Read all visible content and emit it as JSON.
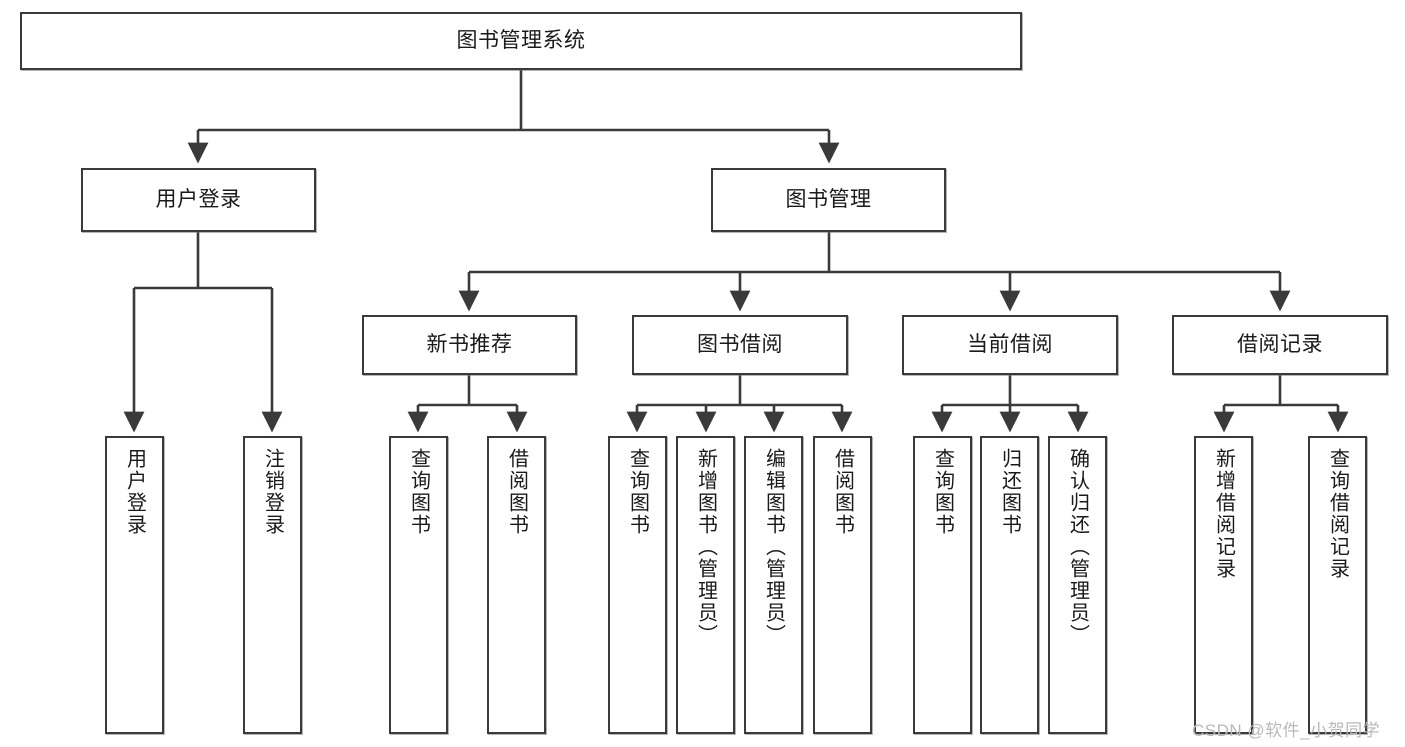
{
  "diagram": {
    "type": "tree-hierarchy-chart",
    "title": "图书管理系统",
    "orientation": "top-down",
    "colors": {
      "node_border": "#3a3a3a",
      "node_fill": "#ffffff",
      "edge": "#3a3a3a",
      "text": "#1a1a1a",
      "watermark": "#b9b9b9",
      "background": "#ffffff"
    },
    "watermark": "CSDN @软件_小贺同学",
    "nodes": {
      "root": {
        "label": "图书管理系统",
        "level": 0
      },
      "level1": [
        {
          "id": "user-login",
          "label": "用户登录"
        },
        {
          "id": "book-manage",
          "label": "图书管理"
        }
      ],
      "level2": [
        {
          "id": "new-book-rec",
          "label": "新书推荐",
          "parent": "book-manage"
        },
        {
          "id": "book-borrow",
          "label": "图书借阅",
          "parent": "book-manage"
        },
        {
          "id": "current-borrow",
          "label": "当前借阅",
          "parent": "book-manage"
        },
        {
          "id": "borrow-record",
          "label": "借阅记录",
          "parent": "book-manage"
        }
      ],
      "leaves": {
        "user_login": [
          {
            "id": "leaf-user-login",
            "label": "用户登录"
          },
          {
            "id": "leaf-user-logout",
            "label": "注销登录"
          }
        ],
        "new_book_rec": [
          {
            "id": "leaf-query-book-1",
            "label": "查询图书"
          },
          {
            "id": "leaf-borrow-book-1",
            "label": "借阅图书"
          }
        ],
        "book_borrow": [
          {
            "id": "leaf-query-book-2",
            "label": "查询图书"
          },
          {
            "id": "leaf-add-book",
            "label": "新增图书（管理员）"
          },
          {
            "id": "leaf-edit-book",
            "label": "编辑图书（管理员）"
          },
          {
            "id": "leaf-borrow-book-2",
            "label": "借阅图书"
          }
        ],
        "current_borrow": [
          {
            "id": "leaf-query-book-3",
            "label": "查询图书"
          },
          {
            "id": "leaf-return-book",
            "label": "归还图书"
          },
          {
            "id": "leaf-confirm-return",
            "label": "确认归还（管理员）"
          }
        ],
        "borrow_record": [
          {
            "id": "leaf-add-record",
            "label": "新增借阅记录"
          },
          {
            "id": "leaf-query-record",
            "label": "查询借阅记录"
          }
        ]
      }
    }
  }
}
